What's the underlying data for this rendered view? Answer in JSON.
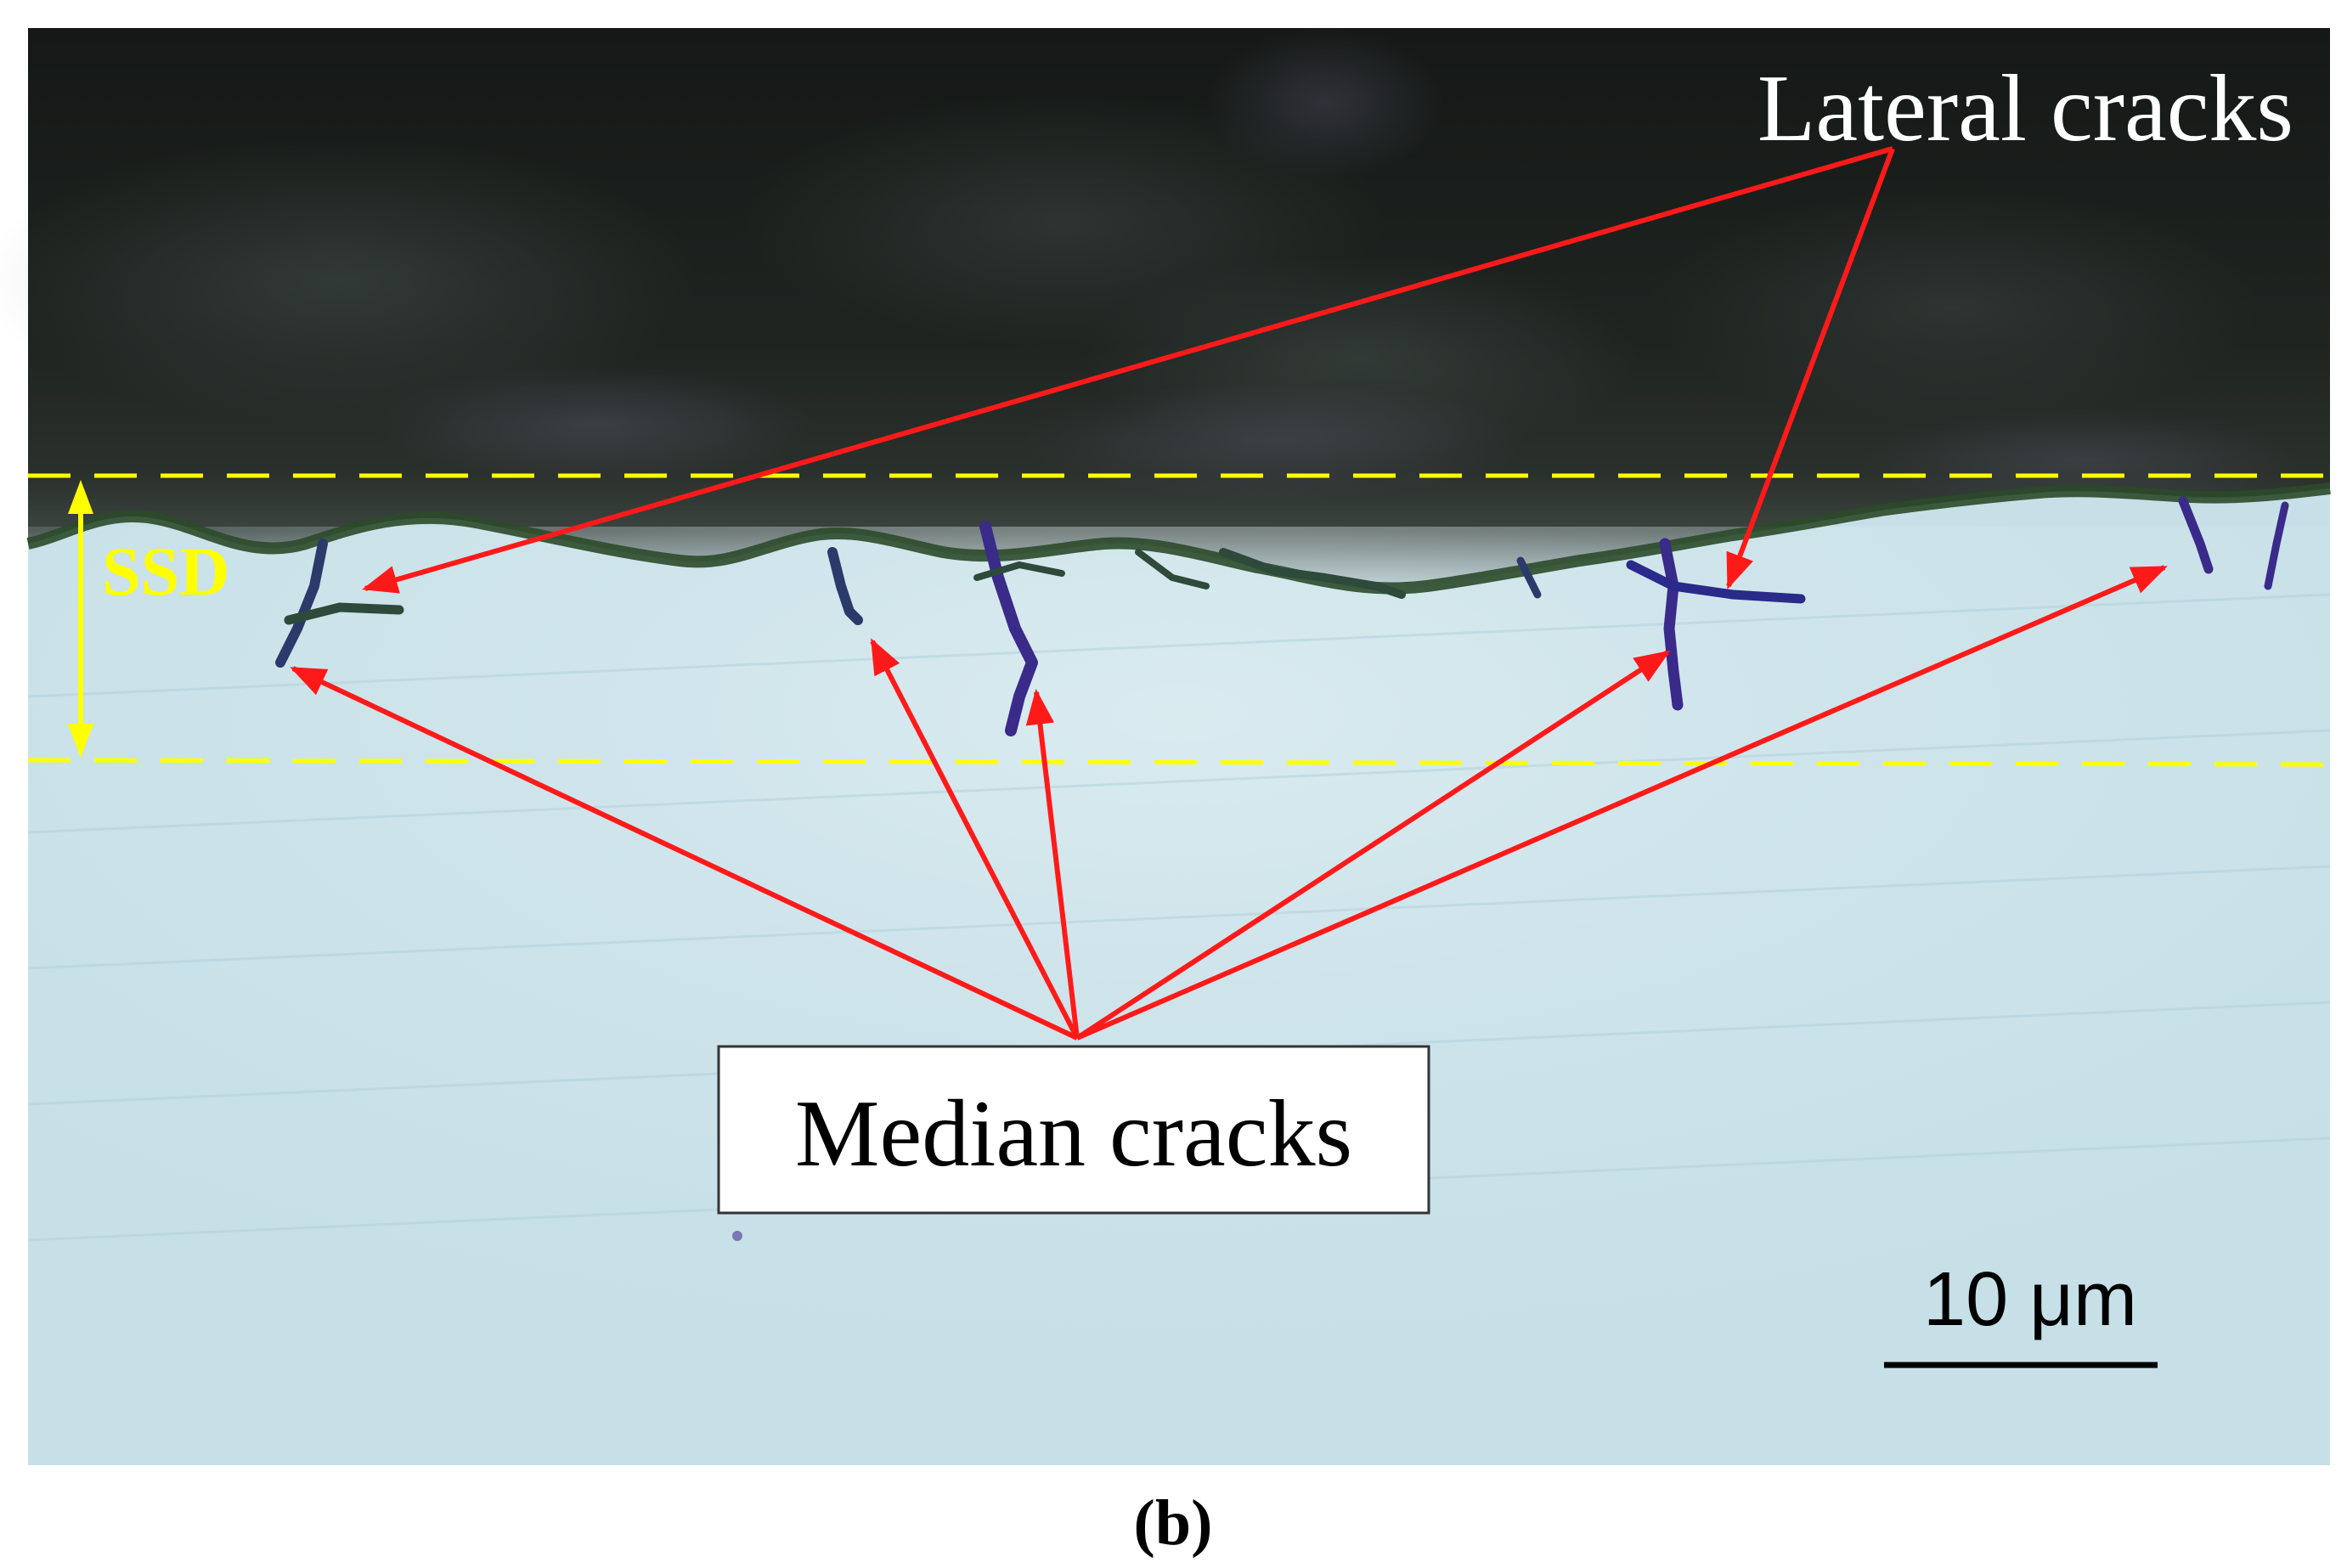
{
  "figure": {
    "panel_label": "(b)",
    "labels": {
      "lateral": "Lateral cracks",
      "median": "Median cracks",
      "ssd": "SSD"
    },
    "scale_bar": {
      "text": "10 μm",
      "length_um": 10
    },
    "colors": {
      "arrow": "#ff1a1a",
      "guide": "#ffff00",
      "surface_dark": "#1c201e",
      "substrate": "#c4dfe6",
      "crack": "#3a2a8a"
    }
  }
}
